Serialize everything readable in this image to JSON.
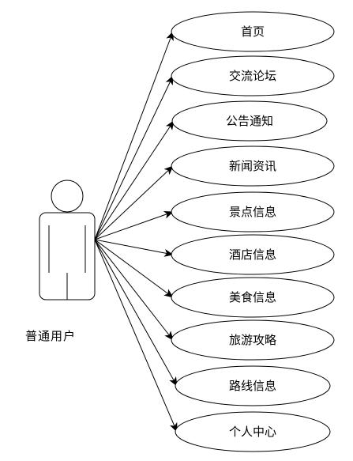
{
  "actor": {
    "label": "普通用户"
  },
  "use_cases": [
    {
      "label": "首页"
    },
    {
      "label": "交流论坛"
    },
    {
      "label": "公告通知"
    },
    {
      "label": "新闻资讯"
    },
    {
      "label": "景点信息"
    },
    {
      "label": "酒店信息"
    },
    {
      "label": "美食信息"
    },
    {
      "label": "旅游攻略"
    },
    {
      "label": "路线信息"
    },
    {
      "label": "个人中心"
    }
  ]
}
